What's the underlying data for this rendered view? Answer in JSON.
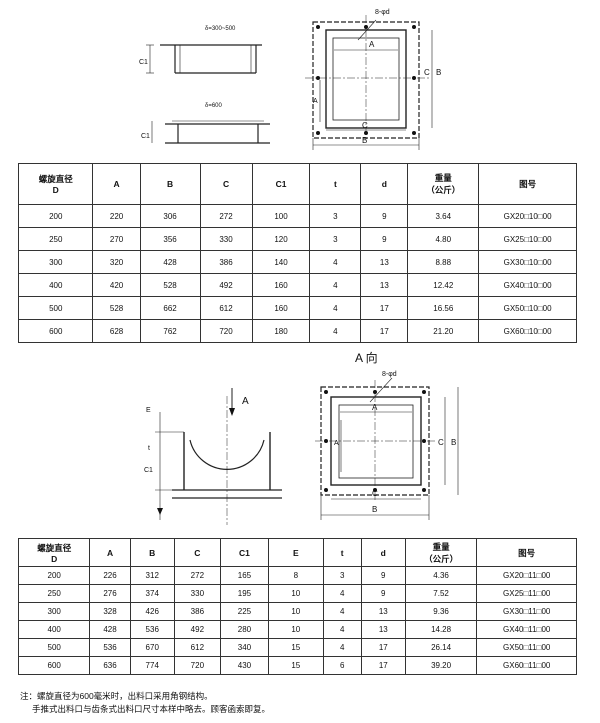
{
  "top": {
    "sketch1_dim": "δ=300~500",
    "sketch1_label": "C1",
    "sketch2_dim": "δ=600",
    "sketch2_label": "C1",
    "plan_holes": "8-φd",
    "plan_labels": {
      "a": "A",
      "b": "B",
      "c": "C"
    }
  },
  "table1": {
    "headers": [
      "螺旋直径\nD",
      "A",
      "B",
      "C",
      "C1",
      "t",
      "d",
      "重量\n（公斤）",
      "图号"
    ],
    "rows": [
      [
        "200",
        "220",
        "306",
        "272",
        "100",
        "3",
        "9",
        "3.64",
        "GX20□10□00"
      ],
      [
        "250",
        "270",
        "356",
        "330",
        "120",
        "3",
        "9",
        "4.80",
        "GX25□10□00"
      ],
      [
        "300",
        "320",
        "428",
        "386",
        "140",
        "4",
        "13",
        "8.88",
        "GX30□10□00"
      ],
      [
        "400",
        "420",
        "528",
        "492",
        "160",
        "4",
        "13",
        "12.42",
        "GX40□10□00"
      ],
      [
        "500",
        "528",
        "662",
        "612",
        "160",
        "4",
        "17",
        "16.56",
        "GX50□10□00"
      ],
      [
        "600",
        "628",
        "762",
        "720",
        "180",
        "4",
        "17",
        "21.20",
        "GX60□10□00"
      ]
    ]
  },
  "middle": {
    "view_title": "A 向",
    "side_labels": {
      "arrow": "A",
      "e": "E",
      "t": "t",
      "c1": "C1"
    },
    "plan_holes": "8-φd",
    "plan_labels": {
      "a": "A",
      "b": "B",
      "c": "C"
    }
  },
  "table2": {
    "headers": [
      "螺旋直径\nD",
      "A",
      "B",
      "C",
      "C1",
      "E",
      "t",
      "d",
      "重量\n（公斤）",
      "图号"
    ],
    "rows": [
      [
        "200",
        "226",
        "312",
        "272",
        "165",
        "8",
        "3",
        "9",
        "4.36",
        "GX20□11□00"
      ],
      [
        "250",
        "276",
        "374",
        "330",
        "195",
        "10",
        "4",
        "9",
        "7.52",
        "GX25□11□00"
      ],
      [
        "300",
        "328",
        "426",
        "386",
        "225",
        "10",
        "4",
        "13",
        "9.36",
        "GX30□11□00"
      ],
      [
        "400",
        "428",
        "536",
        "492",
        "280",
        "10",
        "4",
        "13",
        "14.28",
        "GX40□11□00"
      ],
      [
        "500",
        "536",
        "670",
        "612",
        "340",
        "15",
        "4",
        "17",
        "26.14",
        "GX50□11□00"
      ],
      [
        "600",
        "636",
        "774",
        "720",
        "430",
        "15",
        "6",
        "17",
        "39.20",
        "GX60□11□00"
      ]
    ]
  },
  "notes": [
    "注：螺旋直径为600毫米时，出料口采用角钢结构。",
    "手推式出料口与齿条式出料口尺寸本样中略去。顾客函索即复。"
  ]
}
